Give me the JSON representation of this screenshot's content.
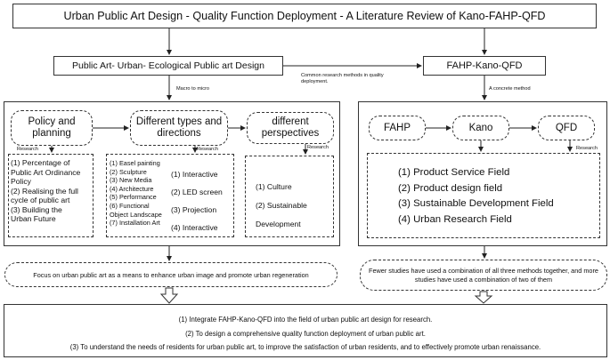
{
  "title": "Urban Public Art Design - Quality Function Deployment - A Literature Review of Kano-FAHP-QFD",
  "left_header": "Public Art- Urban- Ecological Public art Design",
  "right_header": "FAHP-Kano-QFD",
  "common_methods_label": "Common research methods in quality deployment.",
  "macro_label": "Macro to micro",
  "concrete_label": "A concrete method",
  "left_panel": {
    "policy": {
      "title": "Policy and planning",
      "research_label": "Research",
      "items": [
        "(1) Percentage of",
        "Public Art Ordinance",
        "Policy",
        "(2) Realising the full",
        "cycle of public art",
        "(3) Building the",
        "Urban Future"
      ]
    },
    "types": {
      "title": "Different types and directions",
      "research_label": "Research",
      "col1": [
        "(1) Easel painting",
        "(2) Sculpture",
        "(3) New Media",
        "(4) Architecture",
        "(5) Performance",
        "(6) Functional",
        "Object Landscape",
        "(7) Installation Art"
      ],
      "col2": [
        "(1) Interactive",
        "(2) LED screen",
        "(3) Projection",
        "(4) Interactive"
      ]
    },
    "perspectives": {
      "title": "different perspectives",
      "research_label": "Research",
      "items": [
        "(1) Culture",
        "(2) Sustainable",
        "Development"
      ]
    }
  },
  "right_panel": {
    "methods": [
      "FAHP",
      "Kano",
      "QFD"
    ],
    "research_label": "Research",
    "fields": [
      "(1) Product Service Field",
      "(2) Product design field",
      "(3) Sustainable Development Field",
      "(4) Urban Research Field"
    ]
  },
  "left_summary": "Focus on urban public art as a means to enhance urban image and promote urban regeneration",
  "right_summary": "Fewer studies have used a combination of all three methods together, and more studies have used a combination of two of them",
  "conclusions": [
    "(1) Integrate FAHP-Kano-QFD into the field of urban public art design for research.",
    "(2) To design a comprehensive quality function deployment of urban public art.",
    "(3) To understand the needs of residents for urban public art, to improve the satisfaction of urban residents, and to effectively promote urban renaissance."
  ]
}
